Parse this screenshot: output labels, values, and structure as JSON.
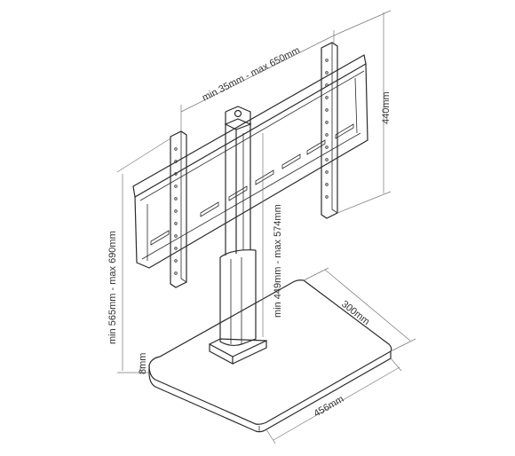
{
  "dimensions": {
    "bracket_width": "min 35mm - max 650mm",
    "mount_height": "440mm",
    "total_height": "min 565mm - max 690mm",
    "column_height": "min 449mm - max 574mm",
    "base_depth": "300mm",
    "base_thickness": "8mm",
    "base_width": "456mm"
  },
  "colors": {
    "line": "#2b2b2b",
    "dimension": "#777777",
    "text": "#333333"
  }
}
